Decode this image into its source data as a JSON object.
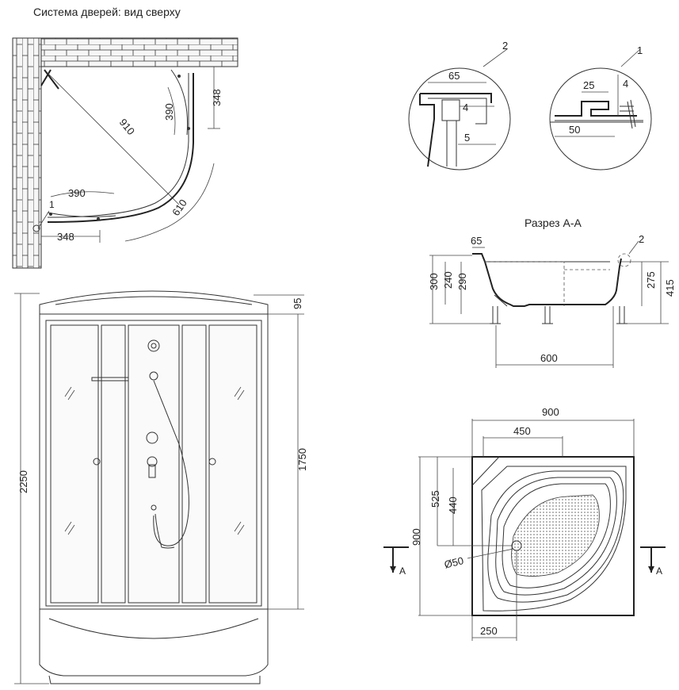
{
  "titles": {
    "top_view": "Система дверей: вид сверху",
    "section": "Разрез A-A"
  },
  "top_view": {
    "diagonal": "910",
    "arc": "610",
    "panel_upper": "390",
    "panel_upper_depth": "348",
    "panel_lower": "390",
    "panel_lower_depth": "348",
    "callout": "1"
  },
  "front_view": {
    "total_height": "2250",
    "cabin_height": "1750",
    "roof_height": "95"
  },
  "detail_2": {
    "callout": "2",
    "width": "65",
    "gap": "4",
    "step": "5"
  },
  "detail_1": {
    "callout": "1",
    "width_top": "25",
    "gap": "4",
    "width_bottom": "50"
  },
  "section": {
    "rim": "65",
    "h_left_outer": "300",
    "h_left_inner": "240",
    "h_left_mid": "290",
    "h_right_inner": "275",
    "h_right_outer": "415",
    "base": "600",
    "callout": "2"
  },
  "tray_plan": {
    "width": "900",
    "half_width": "450",
    "height": "900",
    "depth_outer": "525",
    "depth_inner": "440",
    "drain": "Ø50",
    "drain_offset": "250",
    "section_mark": "A"
  }
}
